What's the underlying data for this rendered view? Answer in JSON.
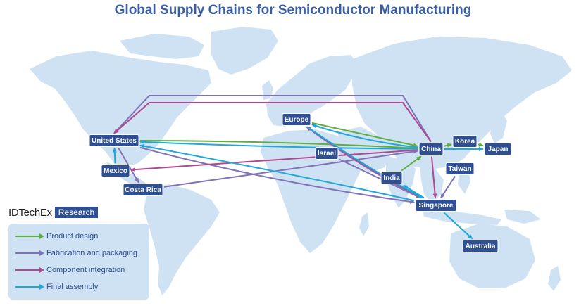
{
  "title": "Global Supply Chains for Semiconductor Manufacturing",
  "brand": {
    "name": "IDTechEx",
    "tag": "Research"
  },
  "colors": {
    "product_design": "#5fae3c",
    "fabrication": "#8172b8",
    "component": "#b0478f",
    "final_assembly": "#20a8d8",
    "land": "#cfe2f3",
    "node": "#2e4f93"
  },
  "locations": [
    {
      "id": "us",
      "label": "United States"
    },
    {
      "id": "mexico",
      "label": "Mexico"
    },
    {
      "id": "costa",
      "label": "Costa Rica"
    },
    {
      "id": "europe",
      "label": "Europe"
    },
    {
      "id": "israel",
      "label": "Israel"
    },
    {
      "id": "india",
      "label": "India"
    },
    {
      "id": "china",
      "label": "China"
    },
    {
      "id": "korea",
      "label": "Korea"
    },
    {
      "id": "japan",
      "label": "Japan"
    },
    {
      "id": "taiwan",
      "label": "Taiwan"
    },
    {
      "id": "singapore",
      "label": "Singapore"
    },
    {
      "id": "australia",
      "label": "Australia"
    }
  ],
  "legend": [
    {
      "key": "product_design",
      "label": "Product design",
      "color": "#5fae3c"
    },
    {
      "key": "fabrication",
      "label": "Fabrication and packaging",
      "color": "#8172b8"
    },
    {
      "key": "component",
      "label": "Component integration",
      "color": "#b0478f"
    },
    {
      "key": "final_assembly",
      "label": "Final assembly",
      "color": "#20a8d8"
    }
  ],
  "flows": [
    {
      "type": "product_design",
      "from": "us",
      "to": "china"
    },
    {
      "type": "product_design",
      "from": "europe",
      "to": "china"
    },
    {
      "type": "product_design",
      "from": "india",
      "to": "china"
    },
    {
      "type": "product_design",
      "from": "china",
      "to": "korea"
    },
    {
      "type": "product_design",
      "from": "korea",
      "to": "japan"
    },
    {
      "type": "fabrication",
      "from": "china",
      "to": "us"
    },
    {
      "type": "fabrication",
      "from": "us",
      "to": "costa"
    },
    {
      "type": "fabrication",
      "from": "us",
      "to": "singapore"
    },
    {
      "type": "fabrication",
      "from": "costa",
      "to": "china"
    },
    {
      "type": "fabrication",
      "from": "israel",
      "to": "singapore"
    },
    {
      "type": "fabrication",
      "from": "taiwan",
      "to": "singapore"
    },
    {
      "type": "fabrication",
      "from": "europe",
      "to": "singapore"
    },
    {
      "type": "component",
      "from": "china",
      "to": "us"
    },
    {
      "type": "component",
      "from": "china",
      "to": "mexico"
    },
    {
      "type": "component",
      "from": "singapore",
      "to": "europe"
    },
    {
      "type": "component",
      "from": "china",
      "to": "singapore"
    },
    {
      "type": "final_assembly",
      "from": "china",
      "to": "us"
    },
    {
      "type": "final_assembly",
      "from": "singapore",
      "to": "us"
    },
    {
      "type": "final_assembly",
      "from": "mexico",
      "to": "us"
    },
    {
      "type": "final_assembly",
      "from": "china",
      "to": "europe"
    },
    {
      "type": "final_assembly",
      "from": "china",
      "to": "japan"
    },
    {
      "type": "final_assembly",
      "from": "singapore",
      "to": "india"
    },
    {
      "type": "final_assembly",
      "from": "singapore",
      "to": "australia"
    },
    {
      "type": "final_assembly",
      "from": "europe",
      "to": "singapore"
    }
  ]
}
